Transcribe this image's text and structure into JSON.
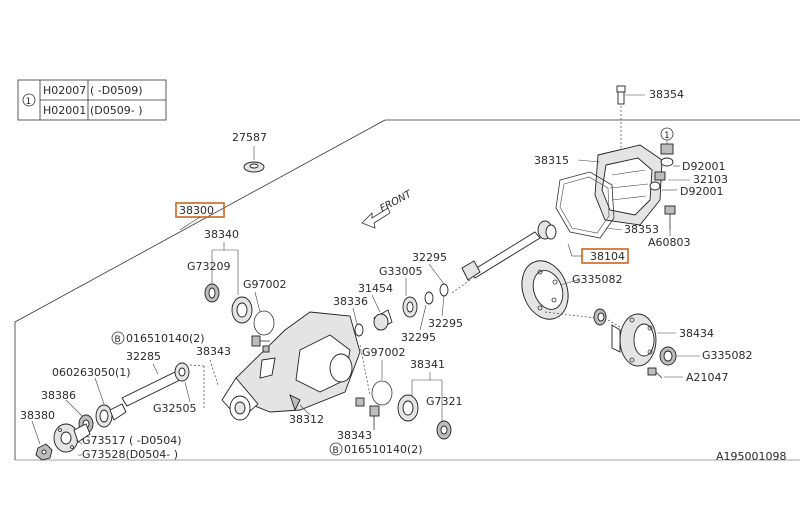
{
  "legend": {
    "circle_number": "1",
    "rows": [
      {
        "code": "H02007",
        "range": "( -D0509)"
      },
      {
        "code": "H02001",
        "range": "(D0509- )"
      }
    ]
  },
  "direction_label": "FRONT",
  "diagram_id": "A195001098",
  "labels": {
    "p38354": "38354",
    "p27587": "27587",
    "p38315": "38315",
    "pD92001a": "D92001",
    "p32103": "32103",
    "pD92001b": "D92001",
    "p38353": "38353",
    "pA60803": "A60803",
    "p38300": "38300",
    "p38104": "38104",
    "p38340": "38340",
    "pG73209": "G73209",
    "pG97002a": "G97002",
    "p32295a": "32295",
    "pG33005": "G33005",
    "p31454": "31454",
    "p38336": "38336",
    "p32295b": "32295",
    "p32295c": "32295",
    "pG335082a": "G335082",
    "p38434": "38434",
    "pG335082b": "G335082",
    "pA21047": "A21047",
    "pB016510140a": "016510140(2)",
    "p38343a": "38343",
    "p32285": "32285",
    "p060263050": "060263050(1)",
    "p38386": "38386",
    "pG32505": "G32505",
    "p38312": "38312",
    "pG97002b": "G97002",
    "p38341": "38341",
    "pG7321": "G7321",
    "p38380": "38380",
    "pG73517": "G73517 ( -D0504)",
    "pG73528": "G73528(D0504- )",
    "p38343b": "38343",
    "pB016510140b": "016510140(2)"
  },
  "badges": {
    "circle1": "1",
    "bolt_b": "B"
  },
  "colors": {
    "highlight": "#c9651f",
    "ink": "#2a2a2a"
  }
}
